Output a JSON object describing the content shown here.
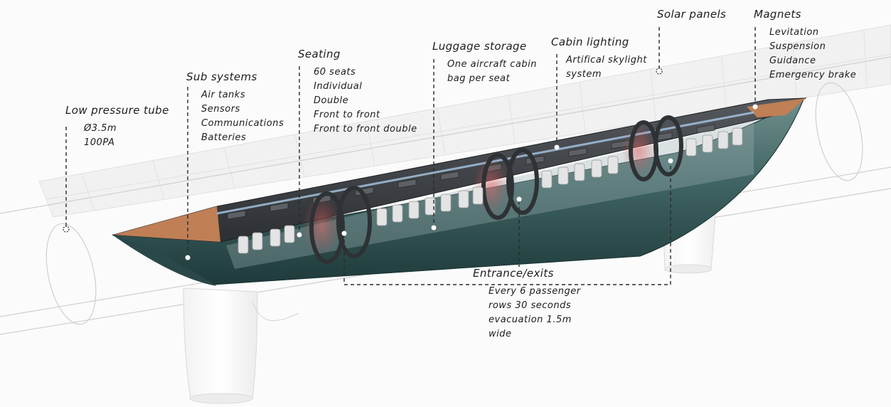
{
  "callouts": {
    "low_pressure_tube": {
      "title": "Low pressure tube",
      "items": [
        "Ø3.5m",
        "100PA"
      ]
    },
    "sub_systems": {
      "title": "Sub systems",
      "items": [
        "Air tanks",
        "Sensors",
        "Communications",
        "Batteries"
      ]
    },
    "seating": {
      "title": "Seating",
      "items": [
        "60 seats",
        "Individual",
        "Double",
        "Front to front",
        "Front to front double"
      ]
    },
    "luggage_storage": {
      "title": "Luggage storage",
      "items": [
        "One aircraft cabin",
        "bag per seat"
      ]
    },
    "cabin_lighting": {
      "title": "Cabin lighting",
      "items": [
        "Artifical skylight",
        "system"
      ]
    },
    "solar_panels": {
      "title": "Solar panels",
      "items": []
    },
    "magnets": {
      "title": "Magnets",
      "items": [
        "Levitation",
        "Suspension",
        "Guidance",
        "Emergency brake"
      ]
    },
    "entrance_exits": {
      "title": "Entrance/exits",
      "items": [
        "Every 6 passenger",
        "rows 30 seconds",
        "evacuation 1.5m",
        "wide"
      ]
    }
  },
  "colors": {
    "hull": "#3f6463",
    "hull_dark": "#1f3a3a",
    "roof": "#3a3d40",
    "copper": "#c07f55",
    "door_red": "#d24a4a",
    "seat": "#e4e4e4",
    "tube_line": "#c9c9c9",
    "leader": "#2a2a2a"
  }
}
